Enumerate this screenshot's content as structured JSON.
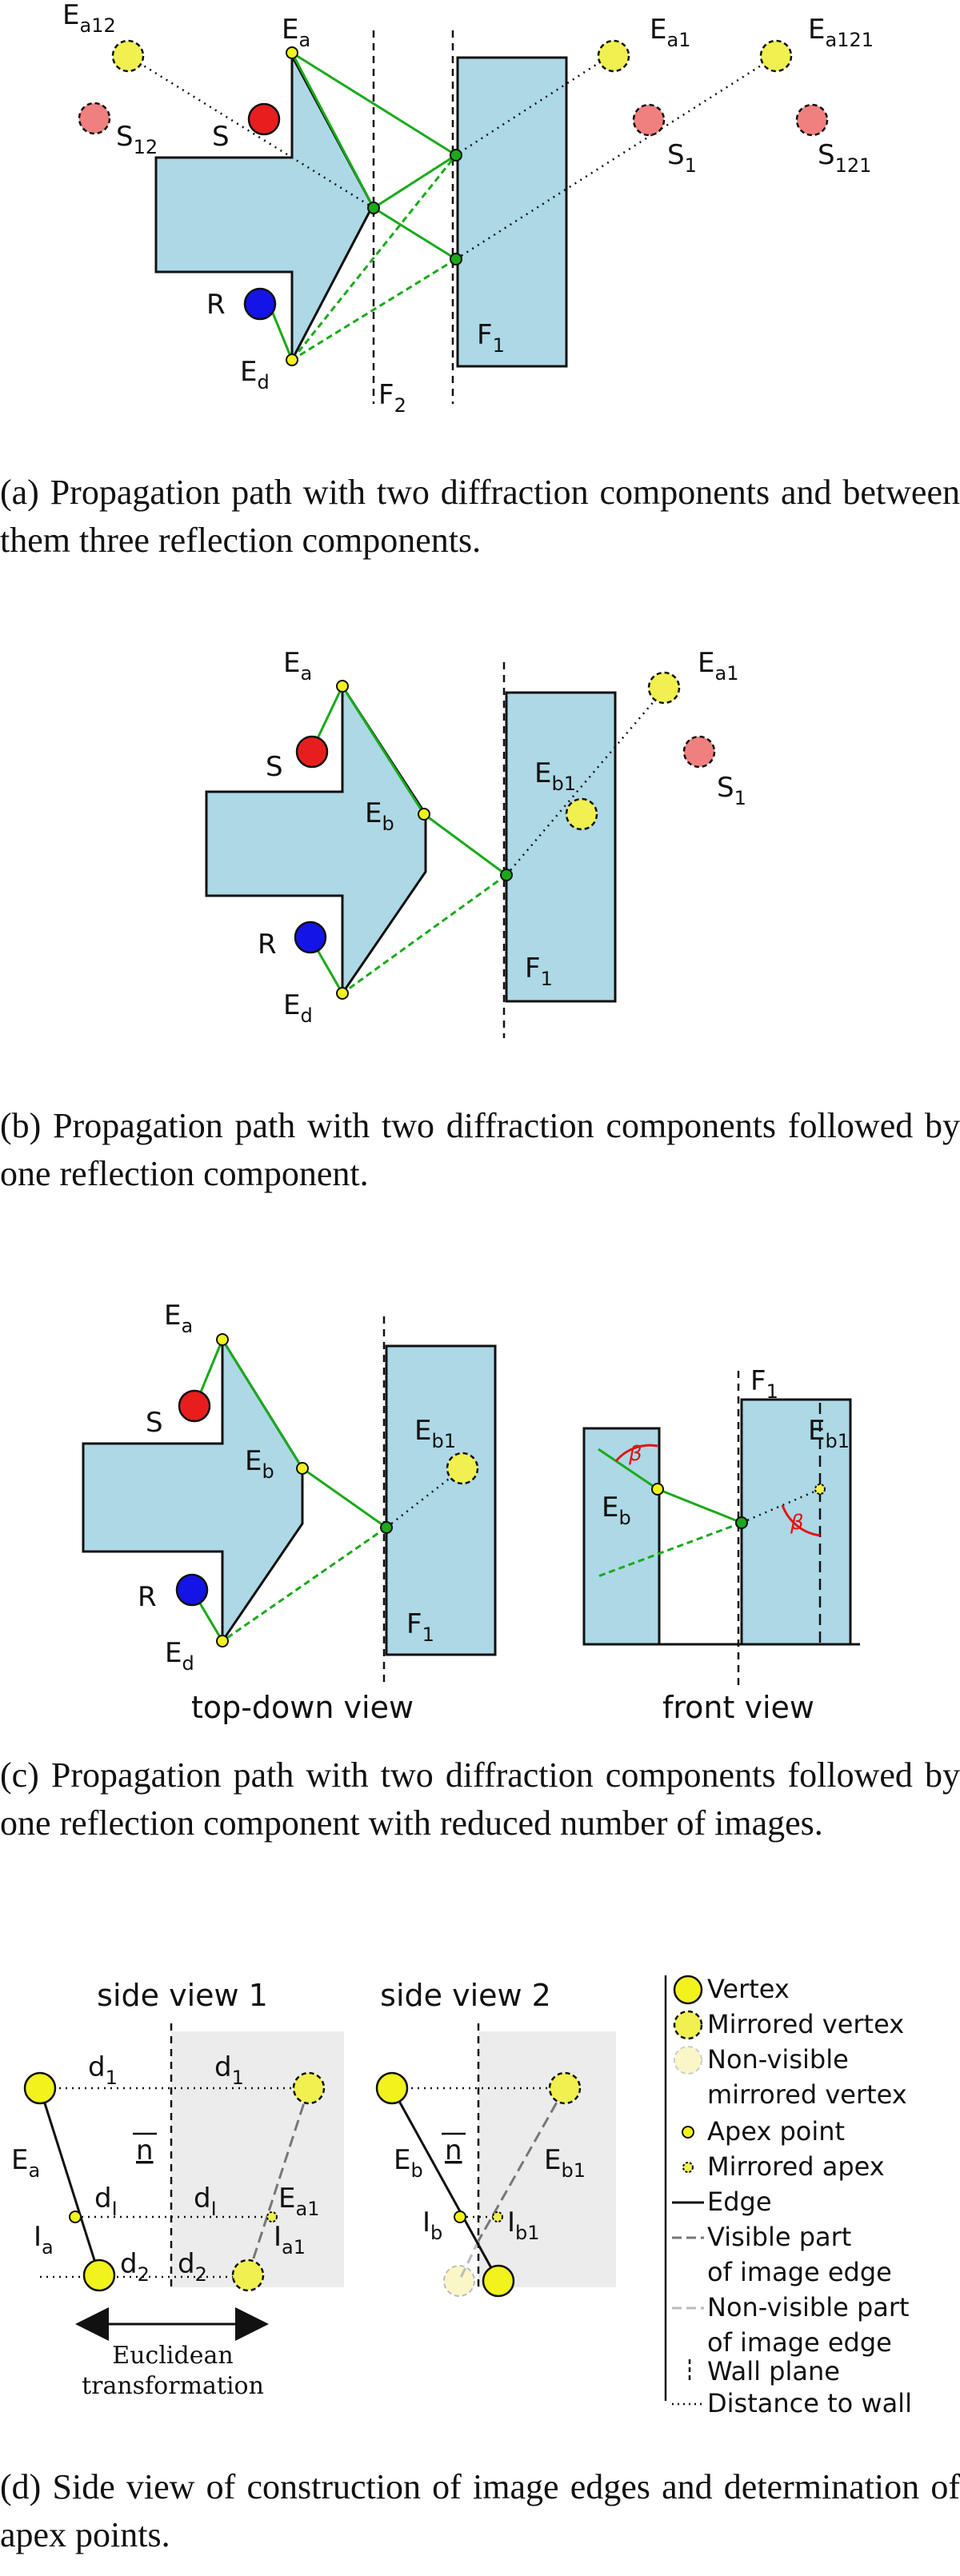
{
  "panel_a": {
    "labels": {
      "Ea12": [
        "E",
        "a12"
      ],
      "Ea": [
        "E",
        "a"
      ],
      "Ea1": [
        "E",
        "a1"
      ],
      "Ea121": [
        "E",
        "a121"
      ],
      "S12": [
        "S",
        "12"
      ],
      "S": [
        "S",
        ""
      ],
      "S1": [
        "S",
        "1"
      ],
      "S121": [
        "S",
        "121"
      ],
      "R": [
        "R",
        ""
      ],
      "Ed": [
        "E",
        "d"
      ],
      "F1": [
        "F",
        "1"
      ],
      "F2": [
        "F",
        "2"
      ]
    },
    "caption": "(a) Propagation path with two diffraction components and between them three reflection components."
  },
  "panel_b": {
    "labels": {
      "Ea": [
        "E",
        "a"
      ],
      "Ea1": [
        "E",
        "a1"
      ],
      "S": [
        "S",
        ""
      ],
      "S1": [
        "S",
        "1"
      ],
      "Eb": [
        "E",
        "b"
      ],
      "Eb1": [
        "E",
        "b1"
      ],
      "R": [
        "R",
        ""
      ],
      "Ed": [
        "E",
        "d"
      ],
      "F1": [
        "F",
        "1"
      ]
    },
    "caption": "(b) Propagation path with two diffraction components followed by one reflection component."
  },
  "panel_c": {
    "labels": {
      "Ea": [
        "E",
        "a"
      ],
      "S": [
        "S",
        ""
      ],
      "Eb": [
        "E",
        "b"
      ],
      "Eb1": [
        "E",
        "b1"
      ],
      "R": [
        "R",
        ""
      ],
      "Ed": [
        "E",
        "d"
      ],
      "F1": [
        "F",
        "1"
      ],
      "fEb": [
        "E",
        "b"
      ],
      "fEb1": [
        "E",
        "b1"
      ],
      "fF1": [
        "F",
        "1"
      ]
    },
    "beta": "β",
    "top_down_view": "top-down view",
    "front_view": "front view",
    "caption": "(c) Propagation path with two diffraction components followed by one reflection component with reduced number of images."
  },
  "panel_d": {
    "side_view_1": "side view 1",
    "side_view_2": "side view 2",
    "labels": {
      "d1a": [
        "d",
        "1"
      ],
      "d1b": [
        "d",
        "1"
      ],
      "dIa": [
        "d",
        "I"
      ],
      "dIb": [
        "d",
        "I"
      ],
      "d2a": [
        "d",
        "2"
      ],
      "d2b": [
        "d",
        "2"
      ],
      "Ea": [
        "E",
        "a"
      ],
      "Ea1": [
        "E",
        "a1"
      ],
      "Ia": [
        "I",
        "a"
      ],
      "Ia1": [
        "I",
        "a1"
      ],
      "Eb": [
        "E",
        "b"
      ],
      "Eb1": [
        "E",
        "b1"
      ],
      "Ib": [
        "I",
        "b"
      ],
      "Ib1": [
        "I",
        "b1"
      ]
    },
    "normal_a": "n",
    "normal_b": "n",
    "euclid_line1": "Euclidean",
    "euclid_line2": "transformation",
    "legend": [
      "Vertex",
      "Mirrored vertex",
      "Non-visible",
      "mirrored vertex",
      "Apex point",
      "Mirrored apex",
      "Edge",
      "Visible part",
      "of image edge",
      "Non-visible part",
      "of image edge",
      "Wall plane",
      "Distance to wall"
    ],
    "caption": "(d) Side view of construction of image edges and determination of apex points."
  },
  "colors": {
    "wall_fill": "#add8e6",
    "green_path": "#1aaa1a",
    "source_red": "#e81e1e",
    "receiver_blue": "#1414e6",
    "vertex_yellow": "#f2f21c",
    "mirrored_source": "#f08080",
    "mirrored_vertex": "#f0f050",
    "nonvisible_vertex": "#fbf6c8",
    "beta_red": "#e01515",
    "side_view_bg": "#ececec"
  }
}
